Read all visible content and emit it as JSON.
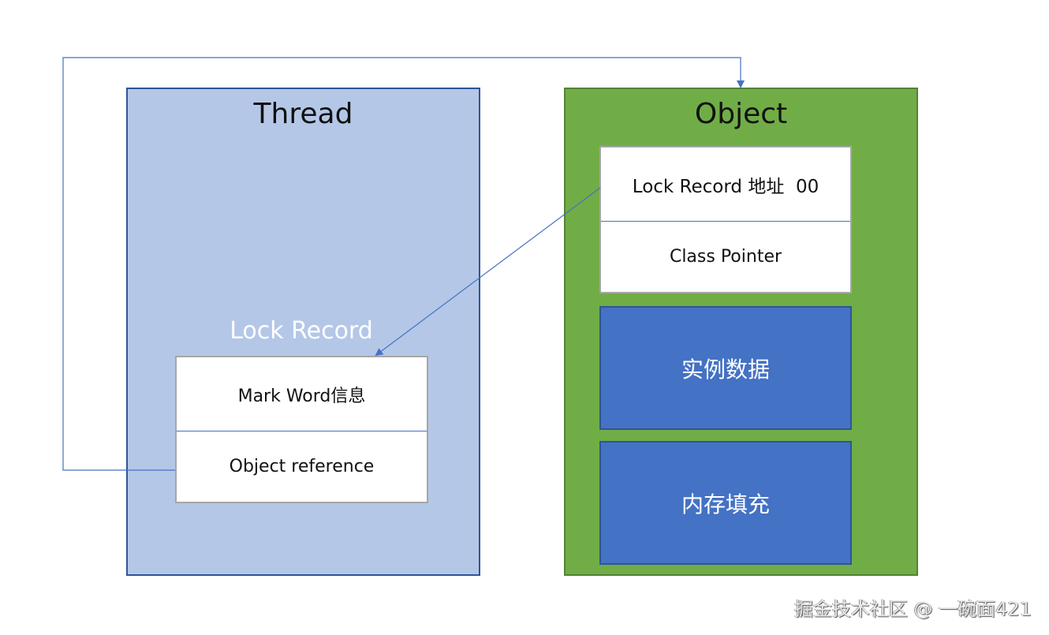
{
  "thread": {
    "title": "Thread",
    "lock_record": {
      "title": "Lock Record",
      "fields": [
        "Mark Word信息",
        "Object reference"
      ]
    }
  },
  "object": {
    "title": "Object",
    "header_fields": [
      "Lock Record 地址  00",
      "Class Pointer"
    ],
    "instance_data": "实例数据",
    "padding": "内存填充"
  },
  "connectors": [
    {
      "from": "object-reference",
      "to": "object",
      "type": "elbow-arrow"
    },
    {
      "from": "lock-record-address",
      "to": "lock-record",
      "type": "straight-arrow"
    }
  ],
  "colors": {
    "thread_fill": "#b4c7e7",
    "object_fill": "#70ad47",
    "block_fill": "#4472c4",
    "line": "#4472c4"
  },
  "watermark": "掘金技术社区 @ 一碗面421"
}
